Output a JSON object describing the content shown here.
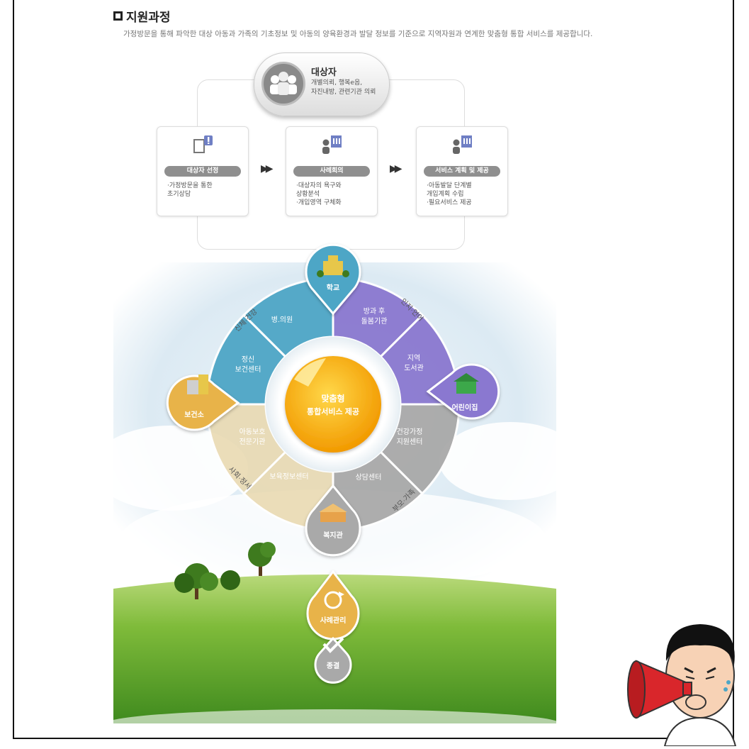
{
  "header": {
    "title": "지원과정",
    "subtitle": "가정방문을 통해 파악한 대상 아동과 가족의 기초정보 및 아동의 양육환경과 발달 정보를 기준으로 지역자원과 연계한 맞춤형 통합 서비스를 제공합니다."
  },
  "target": {
    "title": "대상자",
    "desc": "개별의뢰, 행복e음,\n자진내방, 관련기관 의뢰"
  },
  "steps": [
    {
      "label": "대상자 선정",
      "desc": "·가정방문을 통한\n초기상담"
    },
    {
      "label": "사례회의",
      "desc": "·대상자의 욕구와\n상황분석\n·개입영역 구체화"
    },
    {
      "label": "서비스 계획 및 제공",
      "desc": "·아동발달 단계별\n개입계획 수립\n·필요서비스 제공"
    }
  ],
  "arrows": [
    "▶▶",
    "▶▶"
  ],
  "wheel": {
    "center": {
      "line1": "맞춤형",
      "line2": "통합서비스 제공"
    },
    "segments": {
      "hospital": "병.의원",
      "mental_health_1": "정신",
      "mental_health_2": "보건센터",
      "afterschool_1": "방과 후",
      "afterschool_2": "돌봄기관",
      "library_1": "지역",
      "library_2": "도서관",
      "family_1": "건강가정",
      "family_2": "지원센터",
      "counseling": "상담센터",
      "childcare_info": "보육정보센터",
      "child_protection_1": "아동보호",
      "child_protection_2": "전문기관"
    },
    "domains": {
      "physical_health": "신체·건강",
      "cognition_language": "인지·언어",
      "parenting_family": "부모·가족",
      "social_emotional": "사회·정서"
    },
    "nodes": {
      "school": "학교",
      "daycare": "어린이집",
      "health_center": "보건소",
      "welfare_center": "복지관",
      "case_management": "사례관리",
      "closure": "종결"
    }
  },
  "colors": {
    "teal": "#4ea6c6",
    "purple": "#8a78d0",
    "gray": "#a9a9a9",
    "beige": "#e9d8ae",
    "orange": "#f5a400",
    "gold": "#e8b34a",
    "grass": "#5fa92c"
  }
}
